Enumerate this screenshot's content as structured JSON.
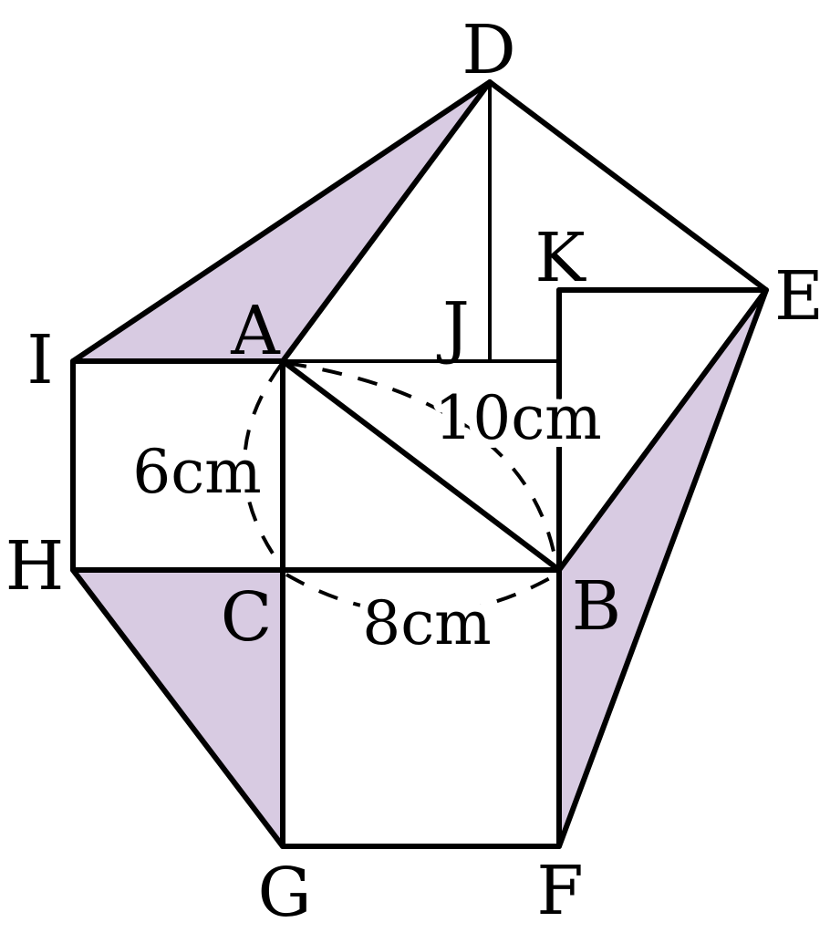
{
  "vertices": {
    "A": "A",
    "B": "B",
    "C": "C",
    "D": "D",
    "E": "E",
    "F": "F",
    "G": "G",
    "H": "H",
    "I": "I",
    "J": "J",
    "K": "K"
  },
  "measurements": {
    "ac": "6cm",
    "ab": "10cm",
    "cb": "8cm"
  },
  "colors": {
    "shaded_region": "#d8cbe2",
    "lines": "#000000"
  }
}
